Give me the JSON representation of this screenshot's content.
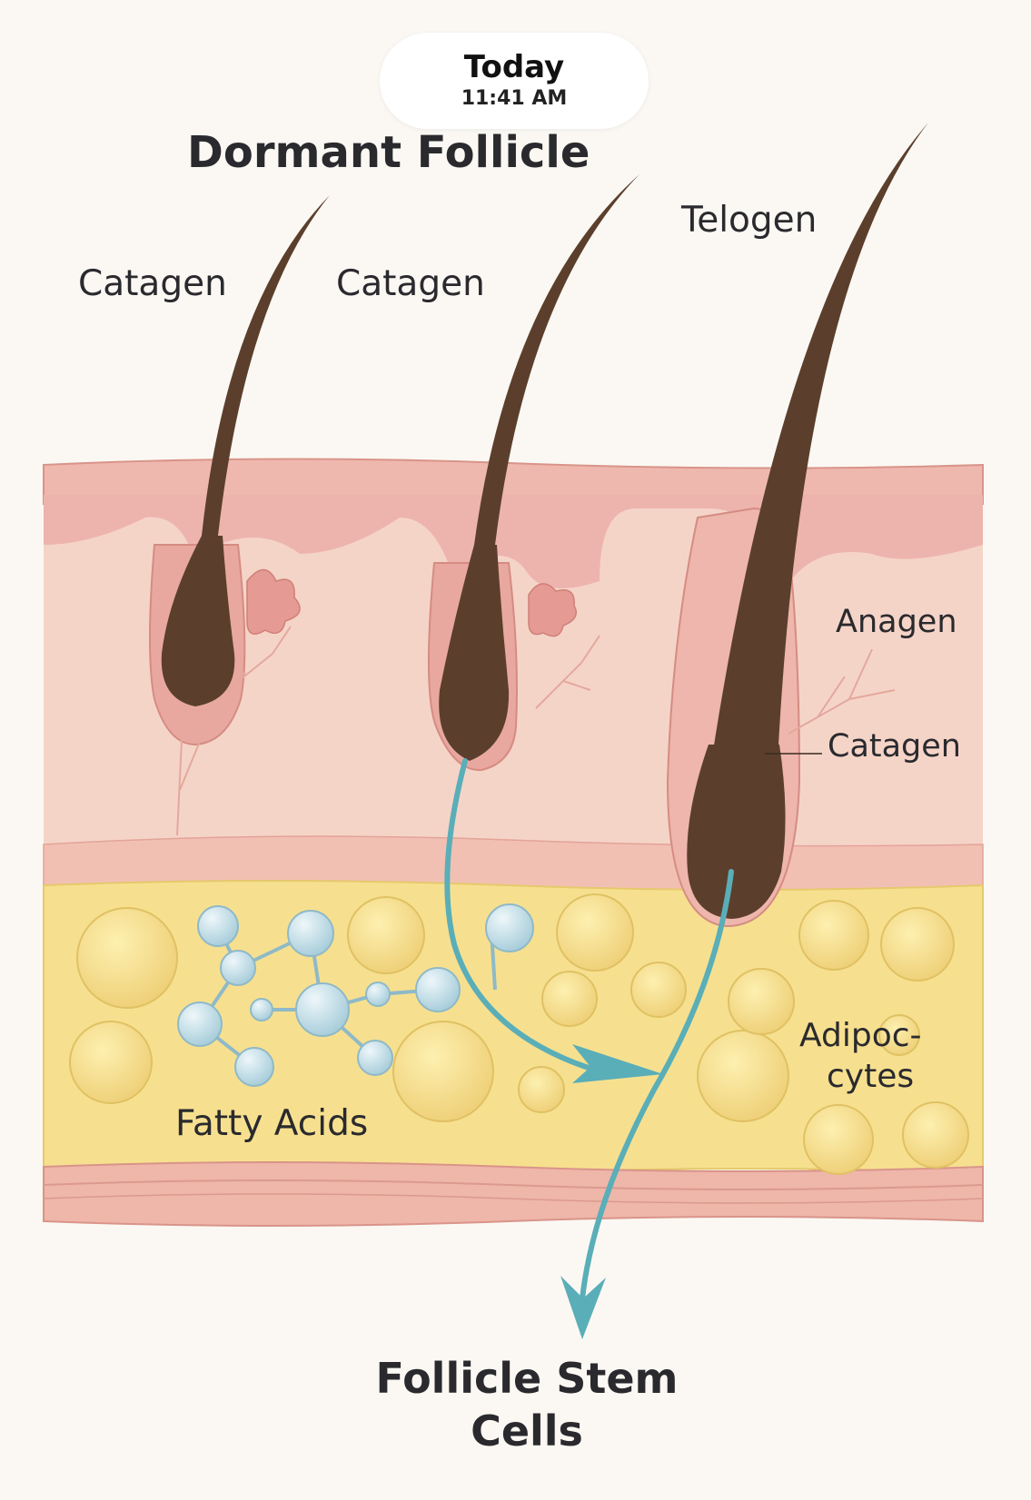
{
  "status": {
    "day": "Today",
    "time": "11:41 AM"
  },
  "labels": {
    "title": "Dormant Follicle",
    "catagen_left": "Catagen",
    "catagen_mid": "Catagen",
    "telogen": "Telogen",
    "anagen": "Anagen",
    "catagen_right": "Catagen",
    "fatty_acids": "Fatty Acids",
    "adipocytes_line1": "Adipoc-",
    "adipocytes_line2": "cytes",
    "stem_cells_line1": "Follicle Stem",
    "stem_cells_line2": "Cells"
  },
  "colors": {
    "background": "#fbf8f3",
    "epidermis": "#e7a9a3",
    "dermis": "#f4d1c6",
    "fat_layer": "#f6e08f",
    "hair": "#5b3f2c",
    "molecule": "#b9d8e3",
    "arrow": "#5aaeb8"
  }
}
